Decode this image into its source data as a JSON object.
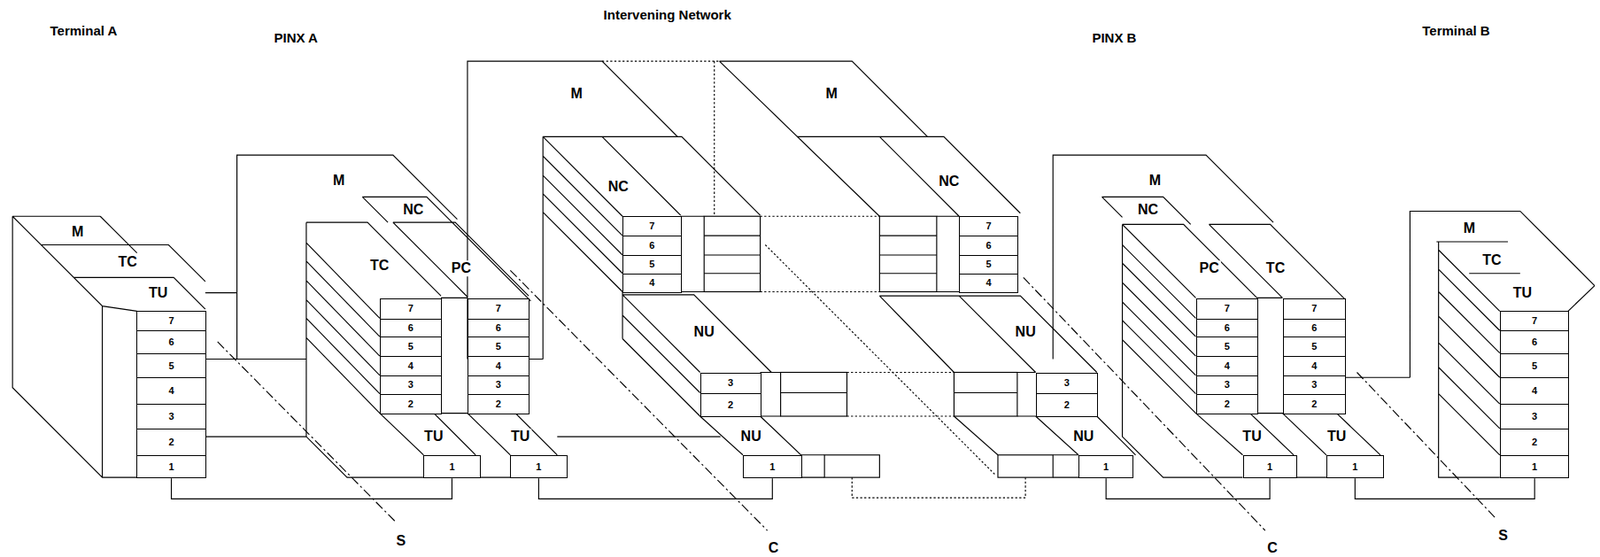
{
  "diagram": {
    "nodes": [
      {
        "text": [
          "7"
        ]
      },
      {
        "text": [
          "6"
        ]
      },
      {
        "text": [
          "5"
        ]
      },
      {
        "text": [
          "4"
        ]
      },
      {
        "text": [
          "3"
        ]
      },
      {
        "text": [
          "2"
        ]
      },
      {
        "text": [
          "1"
        ]
      },
      {
        "text": [
          "7"
        ]
      },
      {
        "text": [
          "6"
        ]
      },
      {
        "text": [
          "5"
        ]
      },
      {
        "text": [
          "4"
        ]
      },
      {
        "text": [
          "3"
        ]
      },
      {
        "text": [
          "2"
        ]
      },
      {
        "text": [
          "1"
        ]
      },
      {
        "text": [
          "7"
        ]
      },
      {
        "text": [
          "6"
        ]
      },
      {
        "text": [
          "5"
        ]
      },
      {
        "text": [
          "4"
        ]
      },
      {
        "text": [
          "3"
        ]
      },
      {
        "text": [
          "2"
        ]
      },
      {
        "text": [
          "1"
        ]
      },
      {
        "text": [
          "7"
        ]
      },
      {
        "text": [
          "6"
        ]
      },
      {
        "text": [
          "5"
        ]
      },
      {
        "text": [
          "4"
        ]
      },
      {
        "text": [
          "3"
        ]
      },
      {
        "text": [
          "2"
        ]
      },
      {
        "text": [
          "1"
        ]
      },
      {
        "text": [
          "7"
        ]
      },
      {
        "text": [
          "6"
        ]
      },
      {
        "text": [
          "5"
        ]
      },
      {
        "text": [
          "4"
        ]
      },
      {
        "text": [
          "3"
        ]
      },
      {
        "text": [
          "2"
        ]
      },
      {
        "text": [
          "1"
        ]
      },
      {
        "text": [
          "7"
        ]
      },
      {
        "text": [
          "6"
        ]
      },
      {
        "text": [
          "5"
        ]
      },
      {
        "text": [
          "4"
        ]
      },
      {
        "text": [
          "3"
        ]
      },
      {
        "text": [
          "2"
        ]
      },
      {
        "text": [
          "1"
        ]
      },
      {
        "text": [
          "7"
        ]
      },
      {
        "text": [
          "6"
        ]
      },
      {
        "text": [
          "5"
        ]
      },
      {
        "text": [
          "4"
        ]
      },
      {
        "text": [
          "3"
        ]
      },
      {
        "text": [
          "2"
        ]
      },
      {
        "text": [
          "1"
        ]
      },
      {
        "text": [
          "7"
        ]
      },
      {
        "text": [
          "6"
        ]
      },
      {
        "text": [
          "5"
        ]
      },
      {
        "text": [
          "4"
        ]
      },
      {
        "text": [
          "3"
        ]
      },
      {
        "text": [
          "2"
        ]
      },
      {
        "text": [
          "1"
        ]
      }
    ],
    "edges": [
      {
        "from": 6,
        "to": 13,
        "arrow": "none"
      },
      {
        "from": 20,
        "to": 27,
        "arrow": "none"
      },
      {
        "from": 34,
        "to": 41,
        "arrow": "none"
      },
      {
        "from": 48,
        "to": 55,
        "arrow": "none"
      }
    ],
    "labels": [
      "Terminal A",
      "PINX A",
      "Intervening Network",
      "PINX B",
      "Terminal B",
      "M",
      "TC",
      "TU",
      "M",
      "NC",
      "TC",
      "PC",
      "TU",
      "TU",
      "M",
      "NC",
      "NU",
      "NU",
      "M",
      "NC",
      "NU",
      "NU",
      "M",
      "NC",
      "PC",
      "TC",
      "TU",
      "TU",
      "M",
      "TC",
      "TU",
      "S",
      "C",
      "C",
      "S"
    ]
  }
}
